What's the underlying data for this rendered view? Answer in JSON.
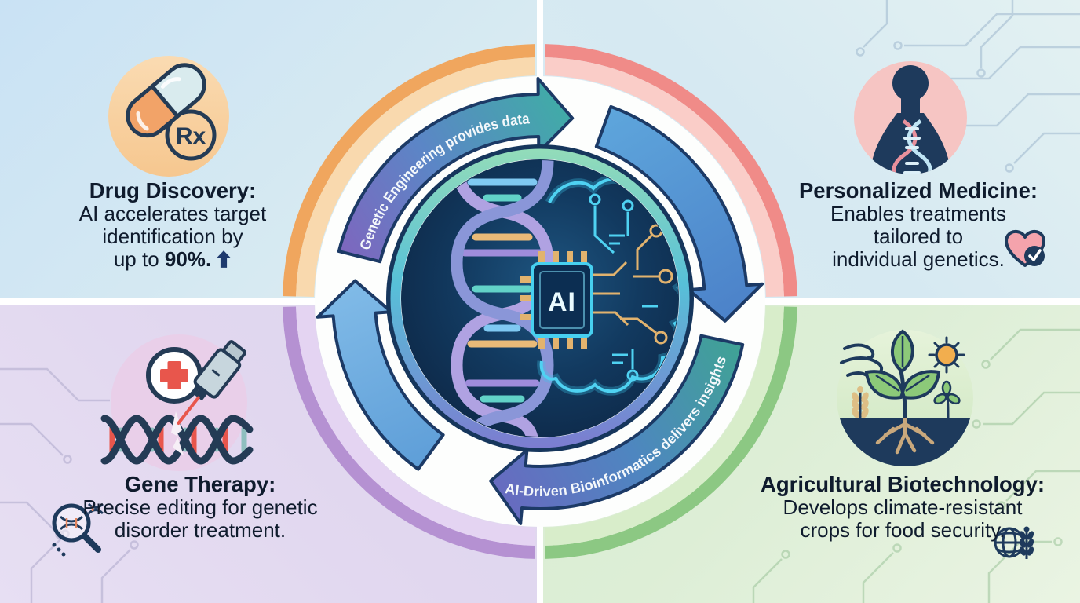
{
  "center": {
    "top_arc_label": "Genetic Engineering provides data",
    "bottom_arc_label": "AI-Driven Bioinformatics delivers insights",
    "core_label": "AI",
    "arrow_outline_color": "#1c3a66",
    "arrow_colors": {
      "top_head": "#3eafa4",
      "right_arrow": "#4b80c8",
      "bottom_head": "#6a68c0",
      "left_arrow": "#82bce8"
    }
  },
  "quadrants": {
    "drug_discovery": {
      "title": "Drug Discovery:",
      "line1": "AI accelerates target",
      "line2": "identification by",
      "line3_prefix": "up to ",
      "line3_bold": "90%",
      "line3_suffix": ".",
      "ring_outer": "#f0a65e",
      "ring_inner": "#f9d9ae",
      "icon": "pill-rx-icon",
      "rx_label": "Rx"
    },
    "personalized_medicine": {
      "title": "Personalized Medicine:",
      "line1": "Enables treatments",
      "line2": "tailored to",
      "line3": "individual genetics.",
      "ring_outer": "#f08b88",
      "ring_inner": "#facdc8",
      "icon": "person-dna-icon"
    },
    "gene_therapy": {
      "title": "Gene Therapy:",
      "line1": "Precise editing for genetic",
      "line2": "disorder treatment.",
      "ring_outer": "#b591d2",
      "ring_inner": "#e4d4f2",
      "icon": "dna-syringe-cross-icon"
    },
    "agricultural_biotechnology": {
      "title": "Agricultural Biotechnology:",
      "line1": "Develops climate-resistant",
      "line2": "crops for food security.",
      "ring_outer": "#8cc883",
      "ring_inner": "#d8edca",
      "icon": "plant-sun-roots-icon"
    }
  }
}
